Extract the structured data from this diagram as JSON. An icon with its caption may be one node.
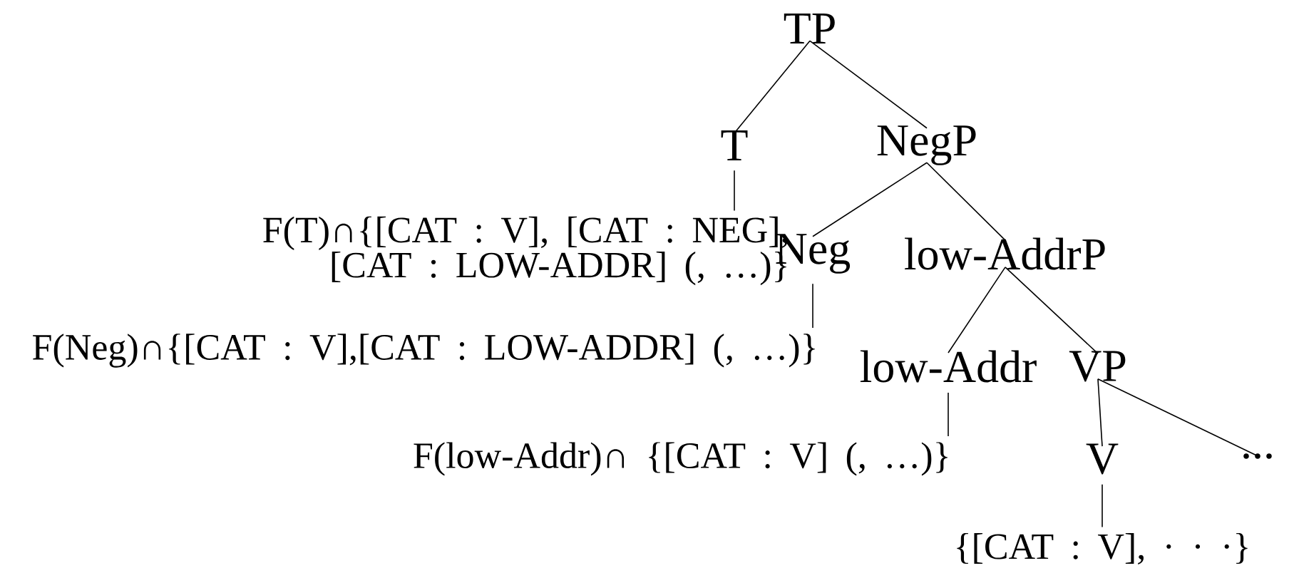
{
  "diagram": {
    "nodes": [
      {
        "text": [
          "TP"
        ]
      },
      {
        "text": [
          "T"
        ]
      },
      {
        "text": [
          "NegP"
        ]
      },
      {
        "text": [
          "F(T)∩{[CAT : V], [CAT : NEG], [CAT : LOW-ADDR] (, …)}"
        ]
      },
      {
        "text": [
          "Neg"
        ]
      },
      {
        "text": [
          "low-AddrP"
        ]
      },
      {
        "text": [
          "F(Neg)∩{[CAT : V],[CAT : LOW-ADDR] (, …)}"
        ]
      },
      {
        "text": [
          "low-Addr"
        ]
      },
      {
        "text": [
          "VP"
        ]
      },
      {
        "text": [
          "F(low-Addr)∩ {[CAT : V] (, …)}"
        ]
      },
      {
        "text": [
          "V"
        ]
      },
      {
        "text": [
          "..."
        ]
      },
      {
        "text": [
          "{[CAT : V], · · ·}"
        ]
      }
    ],
    "edges": [
      {
        "from": 0,
        "to": 1,
        "arrow": "none"
      },
      {
        "from": 0,
        "to": 2,
        "arrow": "none"
      },
      {
        "from": 1,
        "to": 3,
        "arrow": "none"
      },
      {
        "from": 2,
        "to": 4,
        "arrow": "none"
      },
      {
        "from": 2,
        "to": 5,
        "arrow": "none"
      },
      {
        "from": 4,
        "to": 6,
        "arrow": "none"
      },
      {
        "from": 5,
        "to": 7,
        "arrow": "none"
      },
      {
        "from": 5,
        "to": 8,
        "arrow": "none"
      },
      {
        "from": 7,
        "to": 9,
        "arrow": "none"
      },
      {
        "from": 8,
        "to": 10,
        "arrow": "none"
      },
      {
        "from": 8,
        "to": 11,
        "arrow": "none"
      },
      {
        "from": 10,
        "to": 12,
        "arrow": "none"
      }
    ]
  }
}
